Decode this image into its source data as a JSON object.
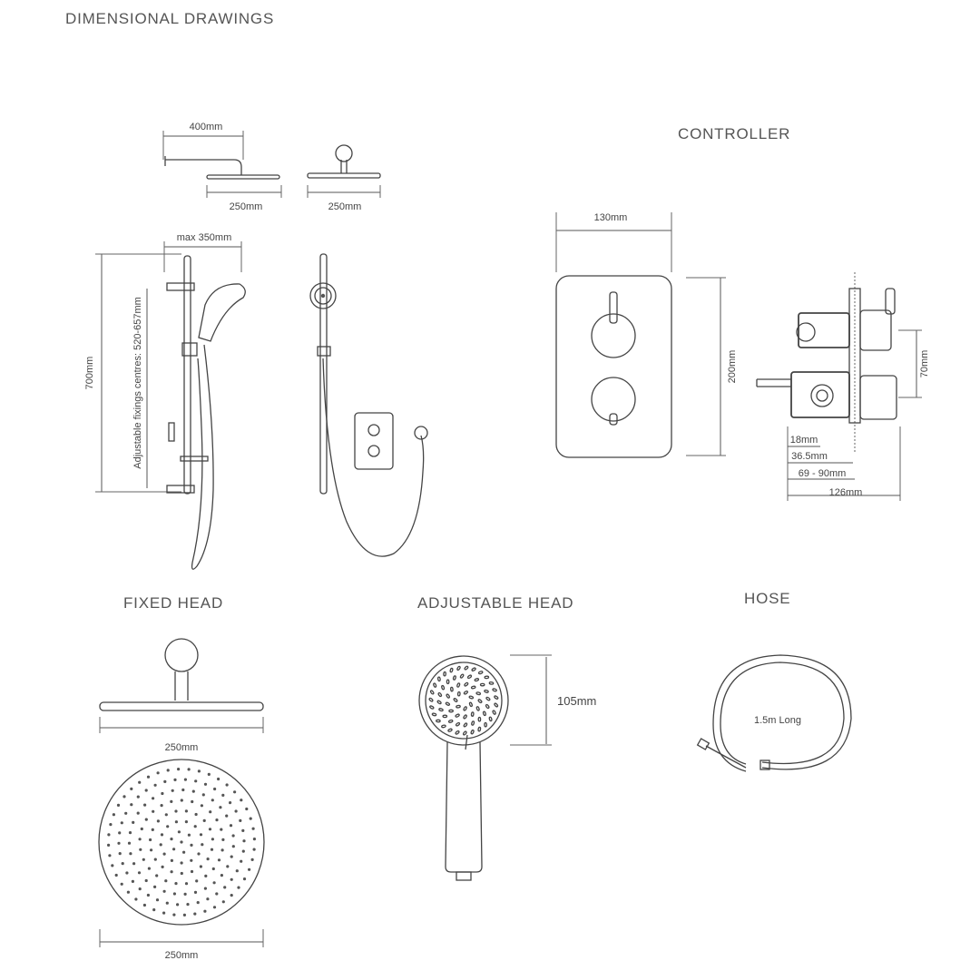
{
  "page": {
    "title": "DIMENSIONAL DRAWINGS"
  },
  "sections": {
    "controller": "CONTROLLER",
    "fixed_head": "FIXED HEAD",
    "adjustable_head": "ADJUSTABLE HEAD",
    "hose": "HOSE"
  },
  "overview": {
    "arm_length": "400mm",
    "head_side_width": "250mm",
    "head_front_width": "250mm",
    "rail_reach": "max 350mm",
    "rail_height": "700mm",
    "fixings": "Adjustable fixings centres: 520-657mm"
  },
  "controller": {
    "plate_width": "130mm",
    "plate_height": "200mm",
    "body_height": "70mm",
    "depth_a": "18mm",
    "depth_b": "36.5mm",
    "depth_c": "69 - 90mm",
    "depth_total": "126mm"
  },
  "fixed_head": {
    "side_width": "250mm",
    "face_width": "250mm"
  },
  "adjustable_head": {
    "face_height": "105mm"
  },
  "hose": {
    "length": "1.5m Long"
  }
}
